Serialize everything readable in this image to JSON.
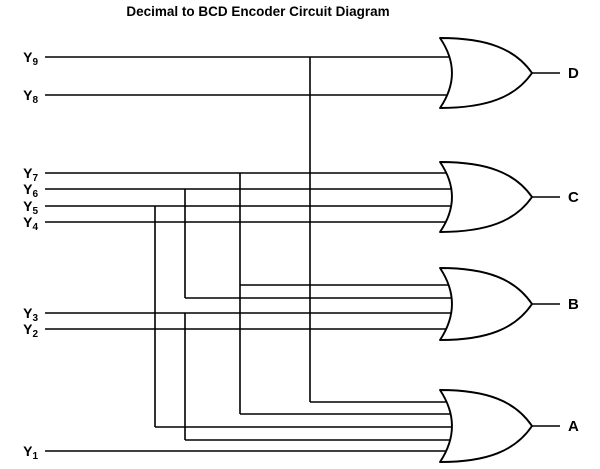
{
  "title": "Decimal to BCD Encoder Circuit Diagram",
  "diagram_type": "logic-circuit",
  "inputs": [
    {
      "name": "Y9",
      "label_base": "Y",
      "label_sub": "9"
    },
    {
      "name": "Y8",
      "label_base": "Y",
      "label_sub": "8"
    },
    {
      "name": "Y7",
      "label_base": "Y",
      "label_sub": "7"
    },
    {
      "name": "Y6",
      "label_base": "Y",
      "label_sub": "6"
    },
    {
      "name": "Y5",
      "label_base": "Y",
      "label_sub": "5"
    },
    {
      "name": "Y4",
      "label_base": "Y",
      "label_sub": "4"
    },
    {
      "name": "Y3",
      "label_base": "Y",
      "label_sub": "3"
    },
    {
      "name": "Y2",
      "label_base": "Y",
      "label_sub": "2"
    },
    {
      "name": "Y1",
      "label_base": "Y",
      "label_sub": "1"
    }
  ],
  "gates": [
    {
      "output": "D",
      "type": "OR",
      "inputs": [
        "Y9",
        "Y8"
      ]
    },
    {
      "output": "C",
      "type": "OR",
      "inputs": [
        "Y7",
        "Y6",
        "Y5",
        "Y4"
      ]
    },
    {
      "output": "B",
      "type": "OR",
      "inputs": [
        "Y7",
        "Y6",
        "Y3",
        "Y2"
      ]
    },
    {
      "output": "A",
      "type": "OR",
      "inputs": [
        "Y9",
        "Y7",
        "Y5",
        "Y3",
        "Y1"
      ]
    }
  ],
  "colors": {
    "line": "#000000",
    "text": "#000000",
    "background": "#ffffff"
  }
}
